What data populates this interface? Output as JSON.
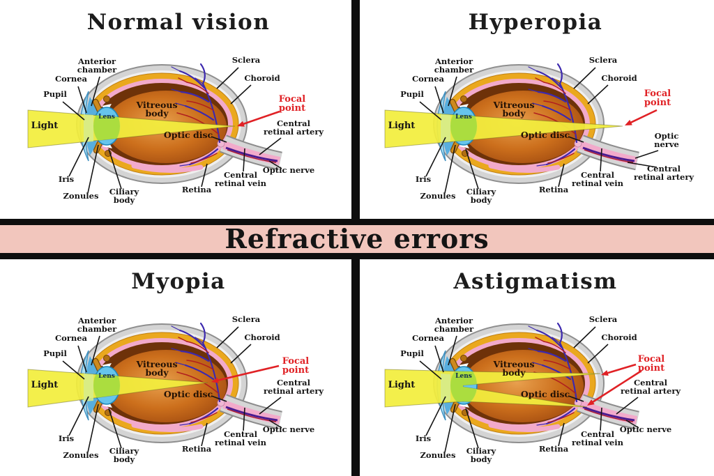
{
  "banner": {
    "title": "Refractive errors"
  },
  "panels": [
    {
      "title": "Normal vision",
      "variant": "normal"
    },
    {
      "title": "Hyperopia",
      "variant": "hyperopia"
    },
    {
      "title": "Myopia",
      "variant": "myopia"
    },
    {
      "title": "Astigmatism",
      "variant": "astigmatism"
    }
  ],
  "eye_labels": {
    "light": "Light",
    "lens": "Lens",
    "vitreous_body": "Vitreous body",
    "optic_disc": "Optic disc",
    "anterior_chamber": "Anterior chamber",
    "cornea": "Cornea",
    "pupil": "Pupil",
    "iris": "Iris",
    "zonules": "Zonules",
    "ciliary_body": "Ciliary body",
    "retina": "Retina",
    "central_retinal_vein": "Central retinal vein",
    "central_retinal_artery": "Central retinal artery",
    "sclera": "Sclera",
    "choroid": "Choroid",
    "focal_point": "Focal point",
    "optic_nerve": "Optic nerve"
  },
  "colors": {
    "banner_bg": "#f2c6bd",
    "divider": "#0e0e0e",
    "focal_red": "#e02125",
    "beam_yellow": "#f3ee3e",
    "beam_green": "#abdd3f",
    "beam_pale_green": "#d6ec8e",
    "lens_blue": "#66c4ec",
    "cornea_blue": "#a9def2",
    "chamber_blue": "#58aede",
    "iris_orange": "#cd8a1e",
    "sclera_gray": "#d4d4d4",
    "choroid_orange": "#eaa81e",
    "retina_pink": "#f2aacb",
    "vitreous_brown": "#6e3209",
    "vitreous_orange": "#cc6f1c",
    "vessel_purple": "#3c28ae",
    "vessel_red": "#b01f1f",
    "text_dark": "#141414"
  }
}
